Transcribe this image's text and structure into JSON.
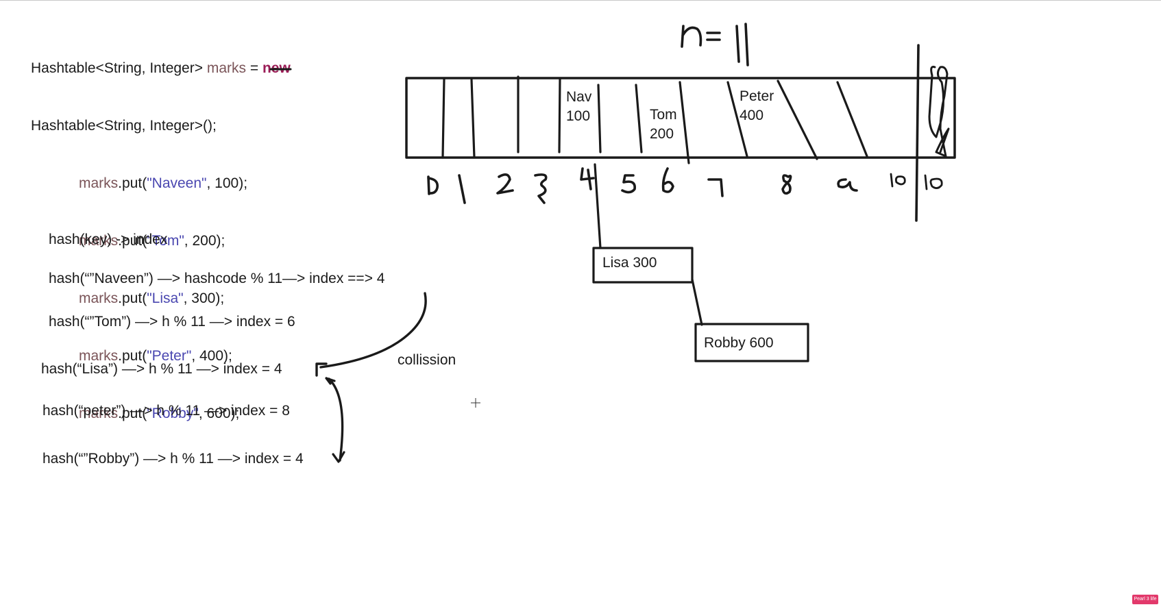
{
  "code": {
    "decl_type": "Hashtable<String, Integer> ",
    "decl_var": "marks",
    "decl_eq": " = ",
    "decl_new": "new",
    "decl_line2": "Hashtable<String, Integer>();",
    "puts": [
      {
        "var": "marks",
        "pre": ".put(",
        "key": "\"Naveen\"",
        "post": ", 100);"
      },
      {
        "var": "marks",
        "pre": ".put(",
        "key": "\"Tom\"",
        "post": ", 200);"
      },
      {
        "var": "marks",
        "pre": ".put(",
        "key": "\"Lisa\"",
        "post": ", 300);"
      },
      {
        "var": "marks",
        "pre": ".put(",
        "key": "\"Peter\"",
        "post": ", 400);"
      },
      {
        "var": "marks",
        "pre": ".put(",
        "key": "\"Robby\"",
        "post": ", 600);"
      }
    ]
  },
  "hash_lines": {
    "h0": "hash(key) -> index",
    "h1": "hash(“”Naveen”) —> hashcode % 11—>  index ==> 4",
    "h2": "hash(“”Tom”) —> h % 11 —> index = 6",
    "h3": "hash(“Lisa”) —> h % 11 —> index = 4",
    "h4": "hash(“peter”) —> h % 11 —> index = 8",
    "h5": "hash(“”Robby”) —> h % 11 —> index = 4"
  },
  "annotation": {
    "collision": "collission",
    "capacity": "n=11"
  },
  "table_cells": {
    "nav": "Nav\n100",
    "tom": "Tom\n200",
    "peter": "Peter\n400"
  },
  "index_labels": [
    "0",
    "1",
    "2",
    "3",
    "4",
    "5",
    "6",
    "7",
    "8",
    "9",
    "10",
    "10"
  ],
  "chain_nodes": {
    "lisa": "Lisa 300",
    "robby": "Robby 600"
  },
  "logo_text": "Pearl 3 life",
  "colors": {
    "variable": "#7a5458",
    "keyword": "#9b1d57",
    "string": "#4a47b0",
    "ink": "#1a1a1a"
  }
}
